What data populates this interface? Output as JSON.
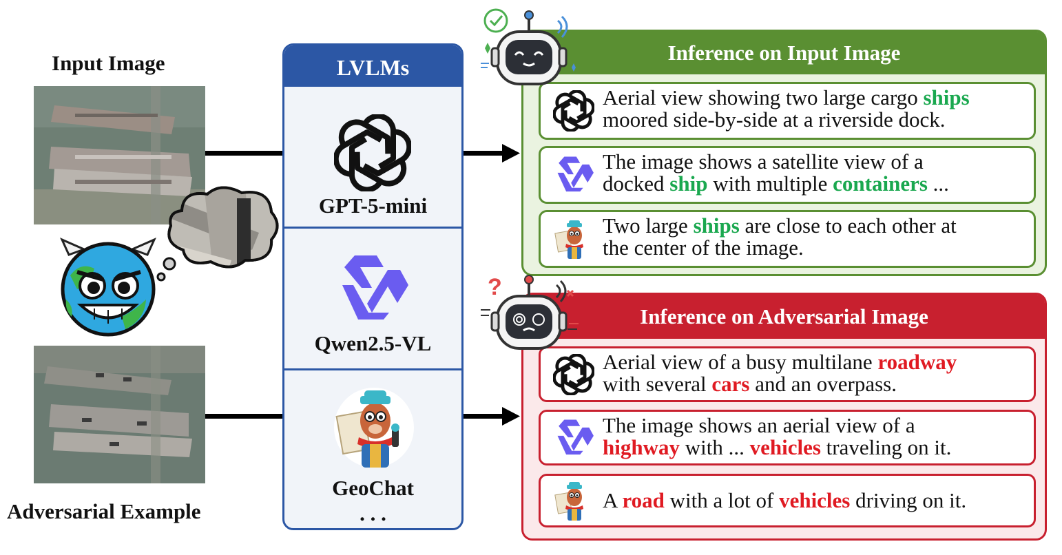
{
  "left": {
    "input_label": "Input Image",
    "adv_label": "Adversarial Example"
  },
  "lvlms": {
    "title": "LVLMs",
    "models": [
      "GPT-5-mini",
      "Qwen2.5-VL",
      "GeoChat"
    ],
    "ellipsis": ". . ."
  },
  "input_panel": {
    "title": "Inference on Input Image",
    "responses": [
      {
        "icon": "openai-icon",
        "lines": [
          [
            {
              "t": "Aerial view showing two large cargo ",
              "c": ""
            },
            {
              "t": "ships",
              "c": "green"
            }
          ],
          [
            {
              "t": "moored side-by-side at a riverside dock.",
              "c": ""
            }
          ]
        ]
      },
      {
        "icon": "qwen-icon",
        "lines": [
          [
            {
              "t": "The image shows a satellite view of a",
              "c": ""
            }
          ],
          [
            {
              "t": "docked ",
              "c": ""
            },
            {
              "t": "ship",
              "c": "green"
            },
            {
              "t": " with multiple ",
              "c": ""
            },
            {
              "t": "containers",
              "c": "green"
            },
            {
              "t": " ...",
              "c": ""
            }
          ]
        ]
      },
      {
        "icon": "geochat-icon",
        "lines": [
          [
            {
              "t": "Two large ",
              "c": ""
            },
            {
              "t": "ships",
              "c": "green"
            },
            {
              "t": " are close to each other at",
              "c": ""
            }
          ],
          [
            {
              "t": "the center of the image.",
              "c": ""
            }
          ]
        ]
      }
    ]
  },
  "adv_panel": {
    "title": "Inference on Adversarial Image",
    "responses": [
      {
        "icon": "openai-icon",
        "lines": [
          [
            {
              "t": "Aerial view of a busy multilane ",
              "c": ""
            },
            {
              "t": "roadway",
              "c": "red"
            }
          ],
          [
            {
              "t": "with several ",
              "c": ""
            },
            {
              "t": "cars",
              "c": "red"
            },
            {
              "t": " and an overpass.",
              "c": ""
            }
          ]
        ]
      },
      {
        "icon": "qwen-icon",
        "lines": [
          [
            {
              "t": "The image shows an aerial view of a",
              "c": ""
            }
          ],
          [
            {
              "t": "highway",
              "c": "red"
            },
            {
              "t": " with ... ",
              "c": ""
            },
            {
              "t": "vehicles",
              "c": "red"
            },
            {
              "t": " traveling on it.",
              "c": ""
            }
          ]
        ]
      },
      {
        "icon": "geochat-icon",
        "lines": [
          [
            {
              "t": "A ",
              "c": ""
            },
            {
              "t": "road",
              "c": "red"
            },
            {
              "t": " with a lot of ",
              "c": ""
            },
            {
              "t": "vehicles",
              "c": "red"
            },
            {
              "t": " driving on it.",
              "c": ""
            }
          ]
        ]
      }
    ]
  },
  "colors": {
    "lvlm_blue": "#2c57a5",
    "green_panel": "#5a8f32",
    "green_panel_bg": "#eaf3e0",
    "red_panel": "#c8202f",
    "red_panel_bg": "#fbe9ea",
    "highlight_green": "#1aa84f",
    "highlight_red": "#e01a22"
  }
}
